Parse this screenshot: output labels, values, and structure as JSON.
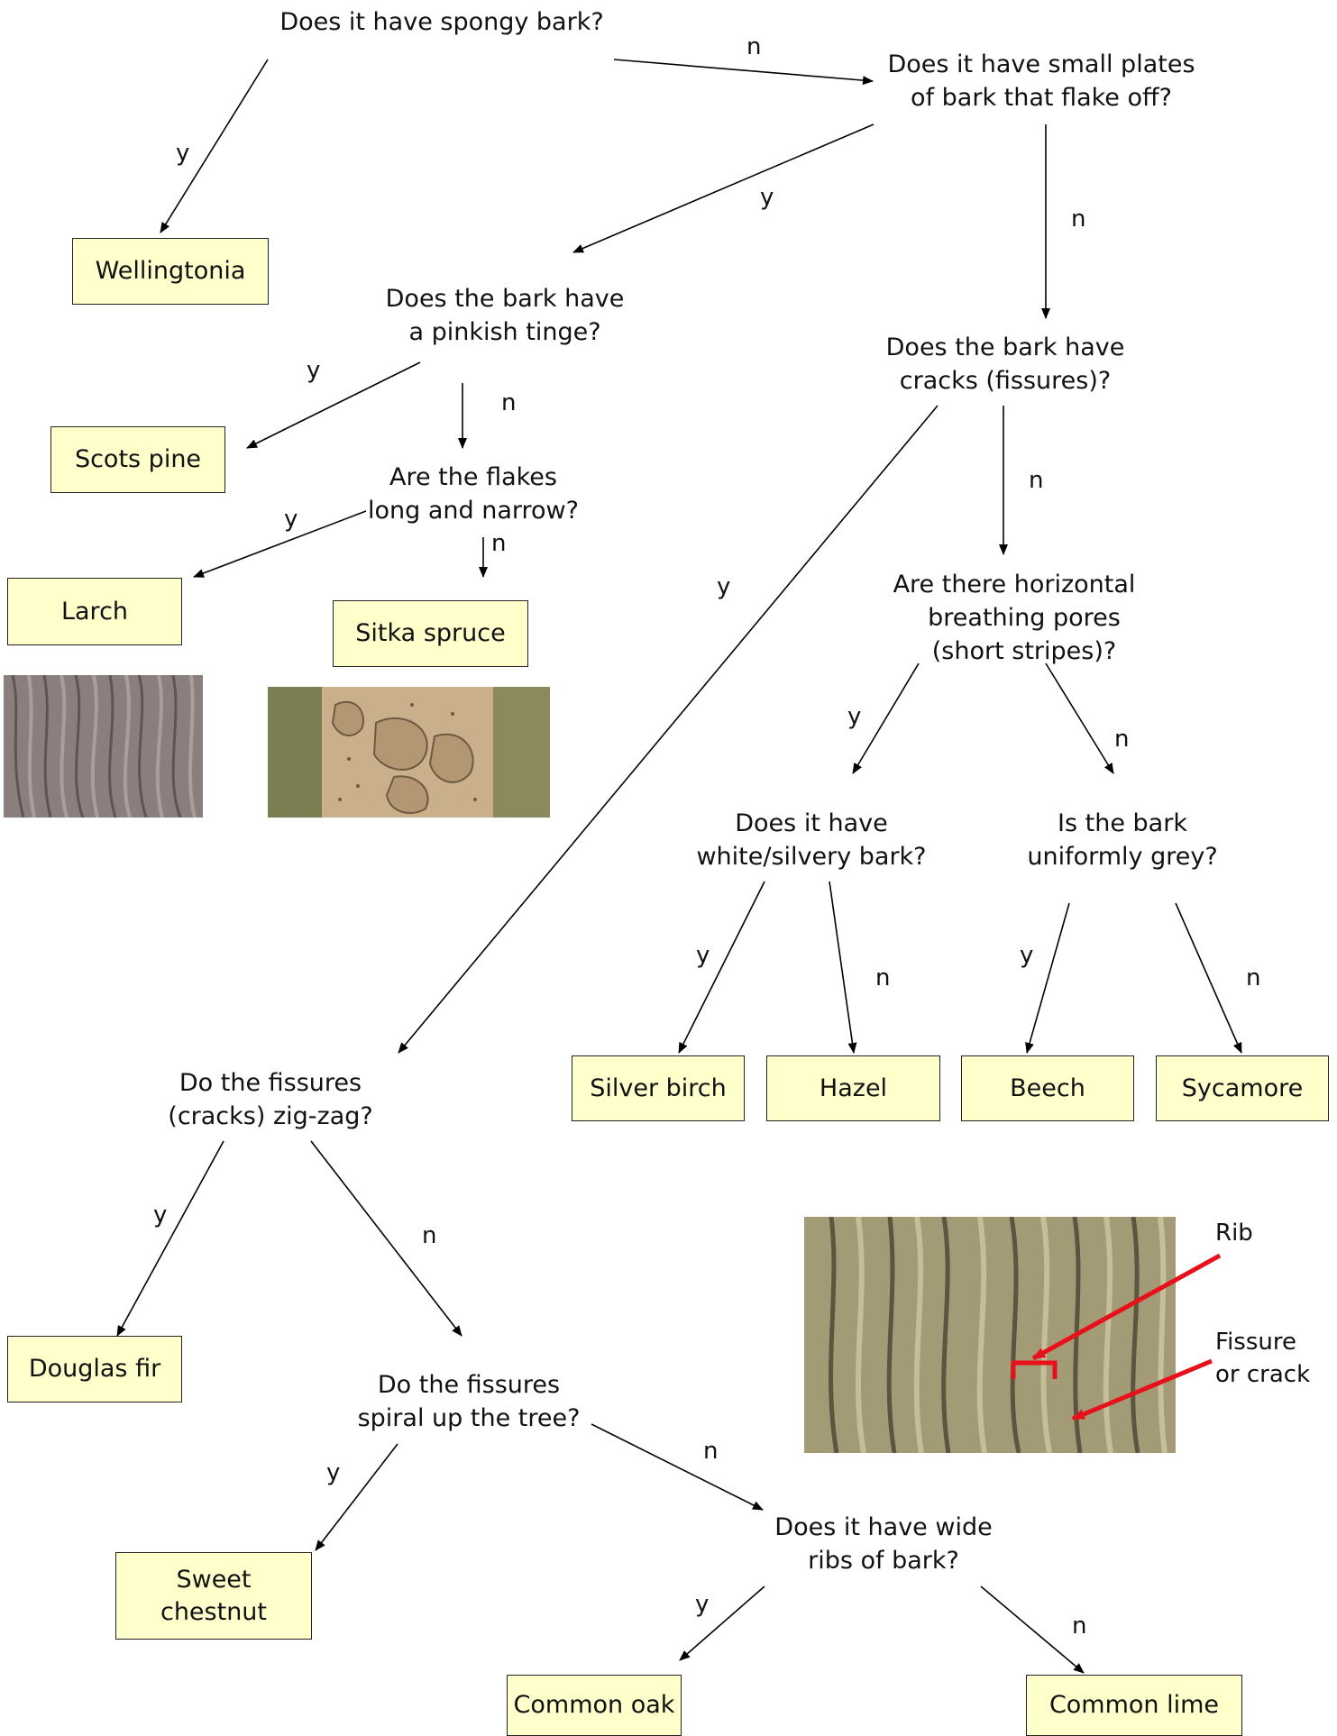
{
  "questions": {
    "spongy": [
      "Does it have spongy bark?"
    ],
    "plates": [
      "Does it have small plates",
      "of bark that flake off?"
    ],
    "pinkish": [
      "Does the bark have",
      "a pinkish tinge?"
    ],
    "cracks": [
      "Does the bark have",
      "cracks (fissures)?"
    ],
    "flakes": [
      "Are the flakes",
      "long and narrow?"
    ],
    "pores": [
      "Are there horizontal",
      "breathing pores",
      "(short stripes)?"
    ],
    "white": [
      "Does it have",
      "white/silvery bark?"
    ],
    "grey": [
      "Is the bark",
      "uniformly grey?"
    ],
    "zigzag": [
      "Do the fissures",
      "(cracks) zig-zag?"
    ],
    "spiral": [
      "Do the fissures",
      "spiral up the tree?"
    ],
    "ribs": [
      "Does it have wide",
      "ribs of bark?"
    ]
  },
  "answers": {
    "wellingtonia": [
      "Wellingtonia"
    ],
    "scots_pine": [
      "Scots pine"
    ],
    "larch": [
      "Larch"
    ],
    "sitka_spruce": [
      "Sitka spruce"
    ],
    "silver_birch": [
      "Silver birch"
    ],
    "hazel": [
      "Hazel"
    ],
    "beech": [
      "Beech"
    ],
    "sycamore": [
      "Sycamore"
    ],
    "douglas_fir": [
      "Douglas fir"
    ],
    "sweet_chestnut": [
      "Sweet",
      "chestnut"
    ],
    "common_oak": [
      "Common oak"
    ],
    "common_lime": [
      "Common lime"
    ]
  },
  "edge_labels": {
    "yes": "y",
    "no": "n"
  },
  "photo_annotations": {
    "rib": "Rib",
    "fissure": [
      "Fissure",
      "or crack"
    ]
  },
  "colors": {
    "box_fill": "#ffffcc",
    "annotation_arrow": "#e8101a"
  }
}
